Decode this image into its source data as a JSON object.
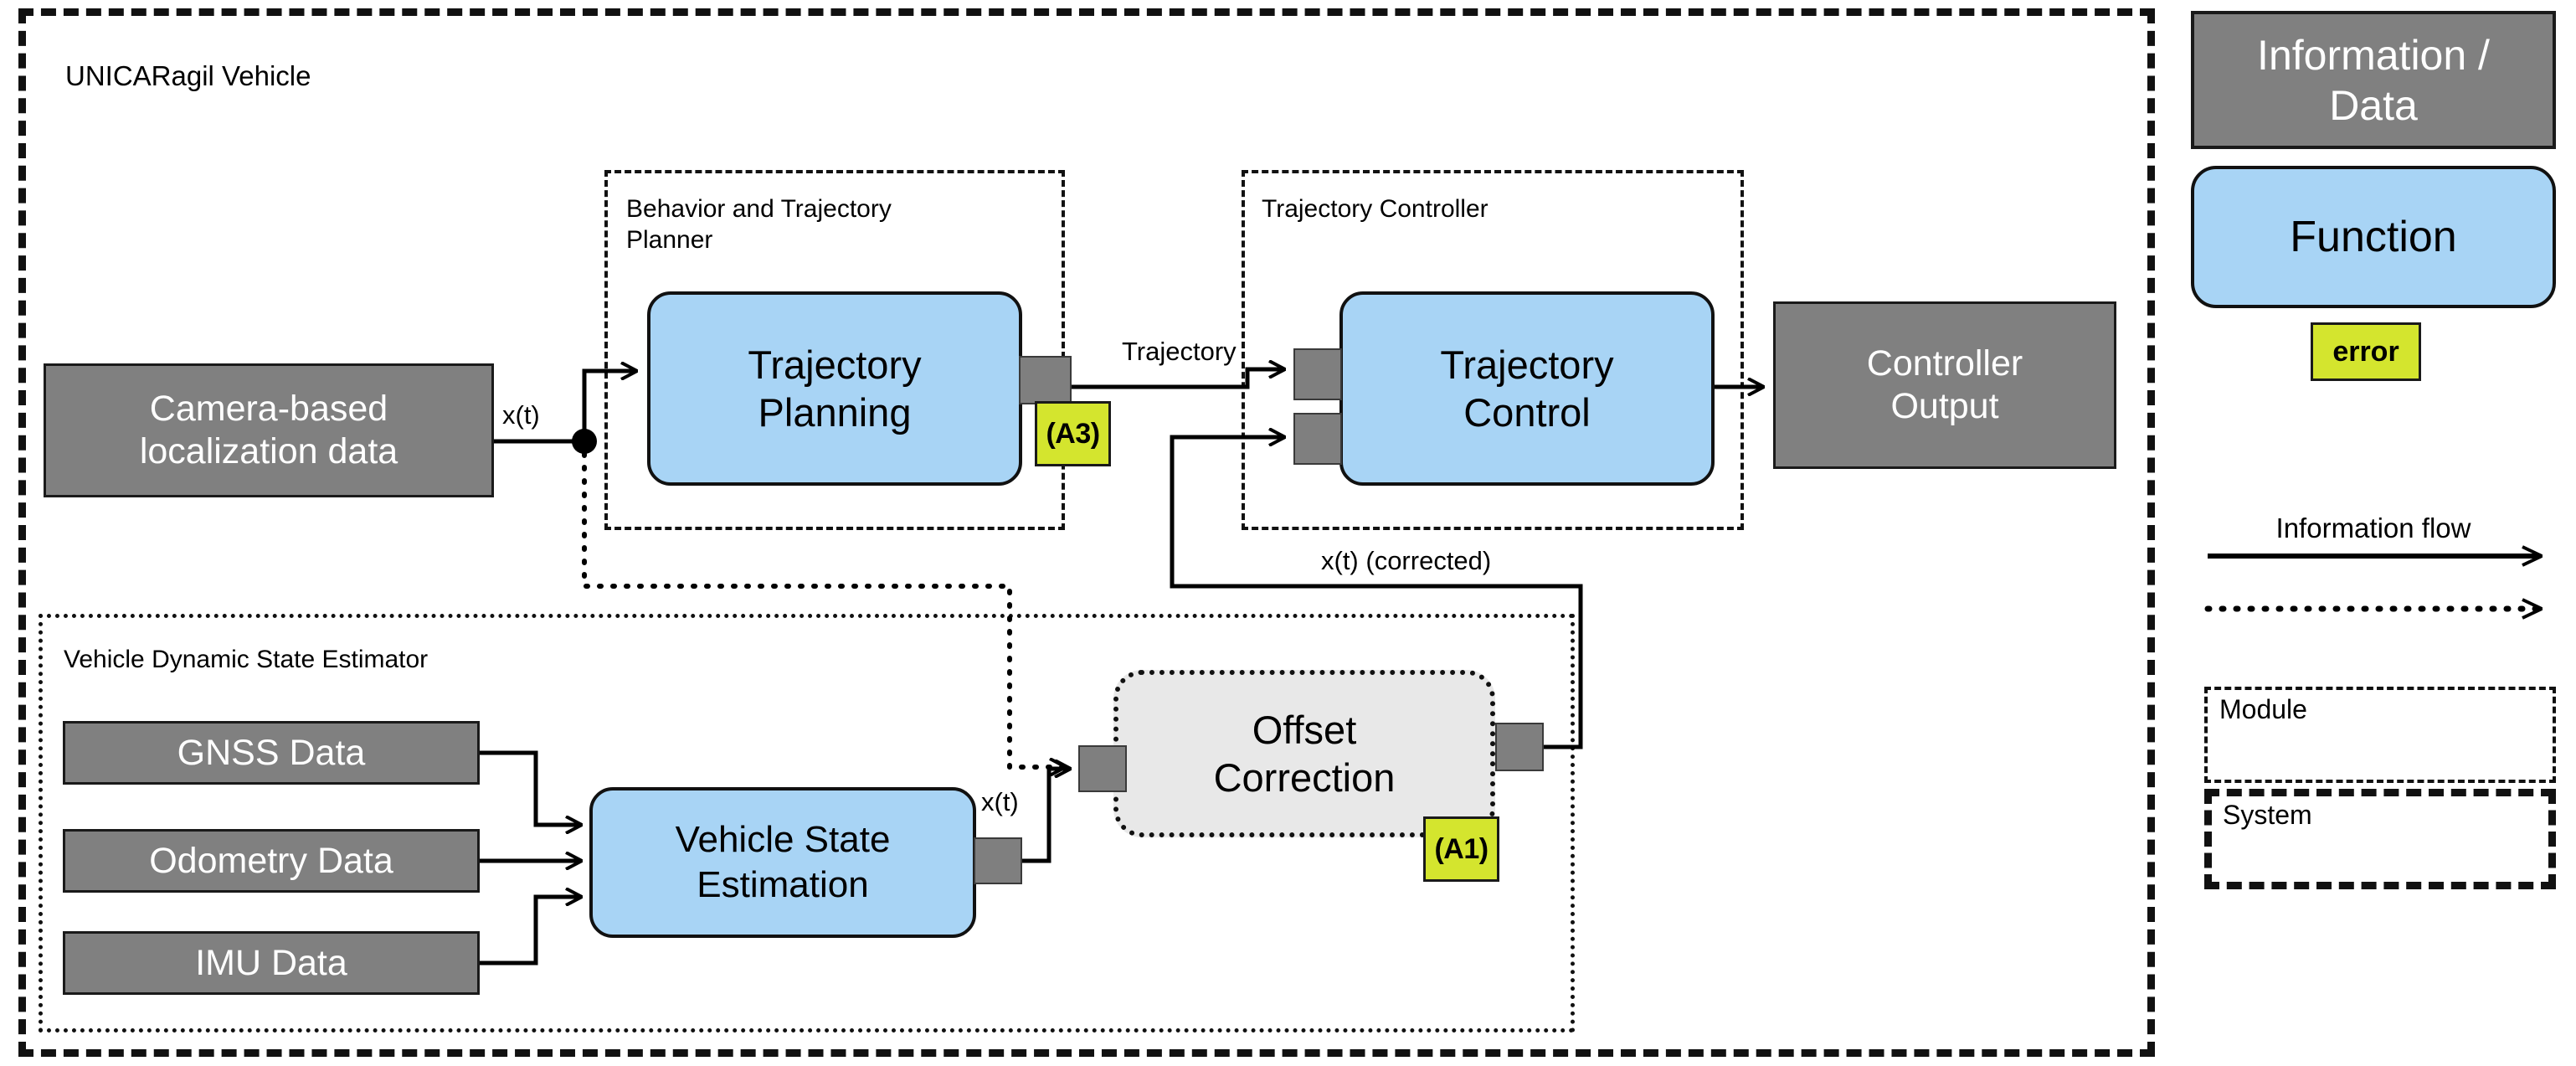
{
  "system": {
    "label": "UNICARagil Vehicle"
  },
  "modules": [
    {
      "id": "btp",
      "label": "Behavior and Trajectory\nPlanner"
    },
    {
      "id": "tc",
      "label": "Trajectory Controller"
    },
    {
      "id": "vdse",
      "label": "Vehicle Dynamic State Estimator"
    }
  ],
  "data_blocks": [
    {
      "id": "camera",
      "label": "Camera-based\nlocalization data"
    },
    {
      "id": "ctrl_out",
      "label": "Controller\nOutput"
    },
    {
      "id": "gnss",
      "label": "GNSS Data"
    },
    {
      "id": "odometry",
      "label": "Odometry Data"
    },
    {
      "id": "imu",
      "label": "IMU Data"
    }
  ],
  "functions": [
    {
      "id": "traj_plan",
      "label": "Trajectory\nPlanning",
      "error": "(A3)"
    },
    {
      "id": "traj_ctrl",
      "label": "Trajectory\nControl",
      "error": null
    },
    {
      "id": "vse",
      "label": "Vehicle State\nEstimation",
      "error": null
    },
    {
      "id": "offset",
      "label": "Offset\nCorrection",
      "error": "(A1)",
      "faulty": true
    }
  ],
  "edge_labels": {
    "xt_camera": "x(t)",
    "trajectory": "Trajectory",
    "xt_corrected": "x(t) (corrected)",
    "xt_vse": "x(t)"
  },
  "legend": {
    "data_title": "Information /\nData",
    "function_title": "Function",
    "error_title": "error",
    "flow_title": "Information flow",
    "module_title": "Module",
    "system_title": "System"
  },
  "colors": {
    "data_fill": "#808080",
    "function_fill": "#a8d4f5",
    "error_fill": "#d4e52e",
    "faulty_fill": "#e8e8e8",
    "port_fill": "#7f7f7f",
    "stroke": "#111111"
  }
}
